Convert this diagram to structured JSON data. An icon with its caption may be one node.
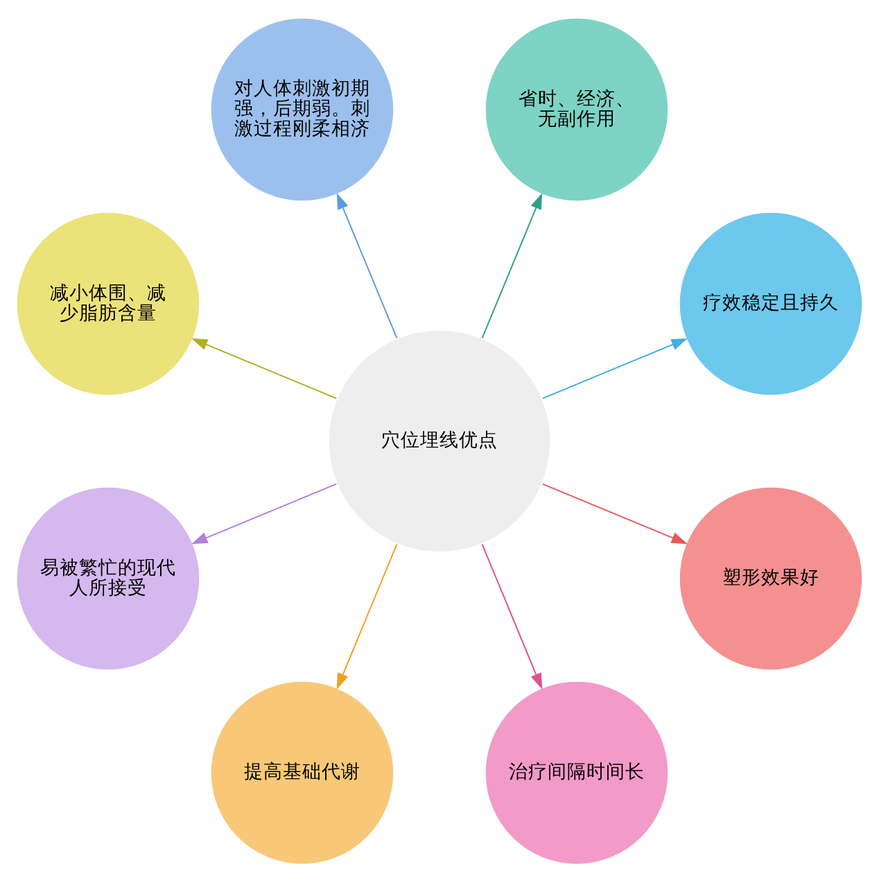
{
  "diagram": {
    "nodes": [
      {
        "text": [
          "穴位埋线优点"
        ]
      },
      {
        "text": [
          "疗效稳定且持久"
        ]
      },
      {
        "text": [
          "省时、经济、无副作用"
        ]
      },
      {
        "text": [
          "对人体刺激初期强，后期弱。刺激过程刚柔相济"
        ]
      },
      {
        "text": [
          "减小体围、减少脂肪含量"
        ]
      },
      {
        "text": [
          "易被繁忙的现代人所接受"
        ]
      },
      {
        "text": [
          "提高基础代谢"
        ]
      },
      {
        "text": [
          "治疗间隔时间长"
        ]
      },
      {
        "text": [
          "塑形效果好"
        ]
      }
    ],
    "edges": [
      {
        "from": 0,
        "to": 1,
        "arrow": "to",
        "color": "#3fb0e0"
      },
      {
        "from": 0,
        "to": 2,
        "arrow": "to",
        "color": "#2fa08a"
      },
      {
        "from": 0,
        "to": 3,
        "arrow": "to",
        "color": "#5b9be0"
      },
      {
        "from": 0,
        "to": 4,
        "arrow": "to",
        "color": "#b0b020"
      },
      {
        "from": 0,
        "to": 5,
        "arrow": "to",
        "color": "#b080d8"
      },
      {
        "from": 0,
        "to": 6,
        "arrow": "to",
        "color": "#f0a020"
      },
      {
        "from": 0,
        "to": 7,
        "arrow": "to",
        "color": "#e05090"
      },
      {
        "from": 0,
        "to": 8,
        "arrow": "to",
        "color": "#e85a5a"
      }
    ]
  }
}
